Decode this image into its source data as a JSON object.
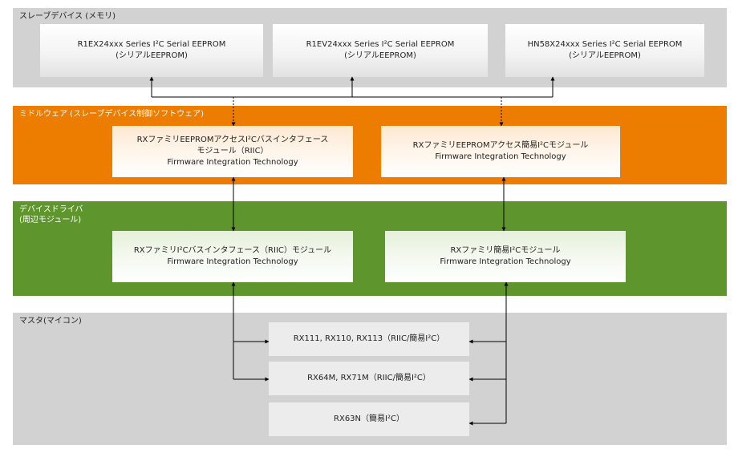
{
  "layers": {
    "slave": {
      "title": "スレーブデバイス (メモリ)"
    },
    "middleware": {
      "title": "ミドルウェア (スレーブデバイス制御ソフトウェア)"
    },
    "driver": {
      "title": "デバイスドライバ\n(周辺モジュール)"
    },
    "master": {
      "title": "マスタ(マイコン)"
    }
  },
  "slave_devices": [
    {
      "line1": "R1EX24xxx Series I²C Serial EEPROM",
      "line2": "(シリアルEEPROM)"
    },
    {
      "line1": "R1EV24xxx Series I²C Serial EEPROM",
      "line2": "(シリアルEEPROM)"
    },
    {
      "line1": "HN58X24xxx Series I²C Serial EEPROM",
      "line2": "(シリアルEEPROM)"
    }
  ],
  "middleware_modules": [
    {
      "line1": "RXファミリEEPROMアクセスI²Cバスインタフェース",
      "line2": "モジュール（RIIC）",
      "line3": "Firmware Integration Technology"
    },
    {
      "line1": "RXファミリEEPROMアクセス簡易I²Cモジュール",
      "line2": "Firmware Integration Technology"
    }
  ],
  "driver_modules": [
    {
      "line1": "RXファミリI²Cバスインタフェース（RIIC）モジュール",
      "line2": "Firmware Integration Technology"
    },
    {
      "line1": "RXファミリ簡易I²Cモジュール",
      "line2": "Firmware Integration Technology"
    }
  ],
  "master_mcus": [
    {
      "label": "RX111, RX110, RX113（RIIC/簡易I²C）"
    },
    {
      "label": "RX64M, RX71M（RIIC/簡易I²C）"
    },
    {
      "label": "RX63N（簡易I²C）"
    }
  ],
  "colors": {
    "slave_bg": "#d3d2d2",
    "middleware_bg": "#ed7d00",
    "driver_bg": "#5e952d",
    "master_bg": "#d3d2d2",
    "connector": "#000000"
  }
}
